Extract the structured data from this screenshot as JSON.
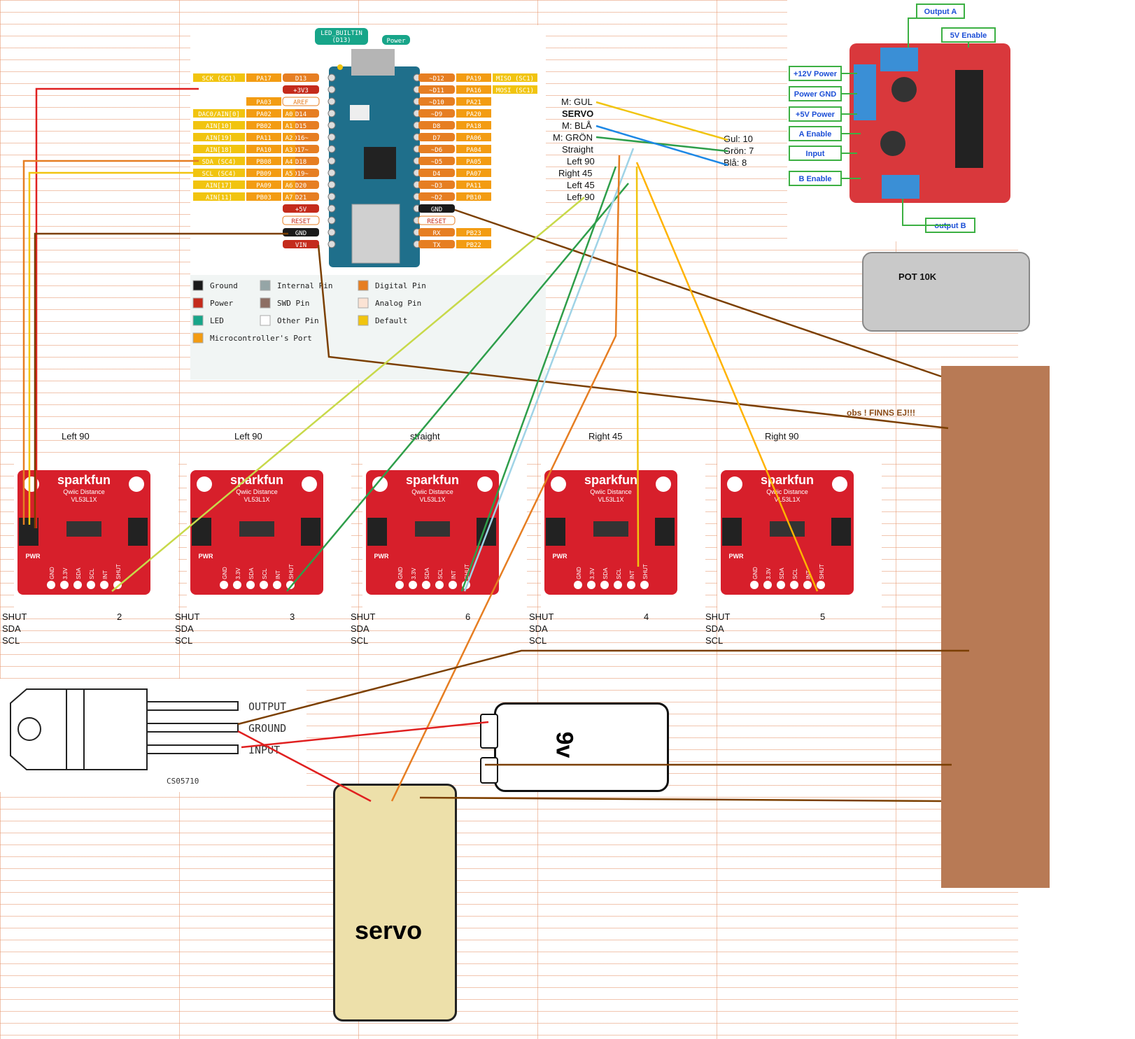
{
  "arduino": {
    "badges": {
      "led_builtin": "LED_BUILTIN",
      "led_builtin_sub": "(D13)",
      "power": "Power"
    },
    "left_pins": [
      {
        "func": "SCK (SC1)",
        "port": "PA17",
        "name": "D13",
        "kind": "digital"
      },
      {
        "func": "",
        "port": "",
        "name": "+3V3",
        "kind": "power"
      },
      {
        "func": "",
        "port": "PA03",
        "name": "AREF",
        "kind": "analog_outline"
      },
      {
        "func": "DAC0/AIN[0]",
        "port": "PA02",
        "alt": "A0",
        "name": "D14",
        "kind": "analog"
      },
      {
        "func": "AIN[10]",
        "port": "PB02",
        "alt": "A1",
        "name": "D15",
        "kind": "analog"
      },
      {
        "func": "AIN[19]",
        "port": "PA11",
        "alt": "A2",
        "name": "D16~",
        "kind": "analog"
      },
      {
        "func": "AIN[18]",
        "port": "PA10",
        "alt": "A3",
        "name": "D17~",
        "kind": "analog"
      },
      {
        "func": "SDA (SC4)",
        "port": "PB08",
        "alt": "A4",
        "name": "D18",
        "kind": "analog"
      },
      {
        "func": "SCL (SC4)",
        "port": "PB09",
        "alt": "A5",
        "name": "D19~",
        "kind": "analog"
      },
      {
        "func": "AIN[17]",
        "port": "PA09",
        "alt": "A6",
        "name": "D20",
        "kind": "analog"
      },
      {
        "func": "AIN[11]",
        "port": "PB03",
        "alt": "A7",
        "name": "D21",
        "kind": "analog"
      },
      {
        "func": "",
        "port": "",
        "name": "+5V",
        "kind": "power"
      },
      {
        "func": "",
        "port": "",
        "name": "RESET",
        "kind": "outline"
      },
      {
        "func": "",
        "port": "",
        "name": "GND",
        "kind": "ground"
      },
      {
        "func": "",
        "port": "",
        "name": "VIN",
        "kind": "power"
      }
    ],
    "right_pins": [
      {
        "name": "~D12",
        "port": "PA19",
        "func": "MISO (SC1)",
        "kind": "digital"
      },
      {
        "name": "~D11",
        "port": "PA16",
        "func": "MOSI (SC1)",
        "kind": "digital"
      },
      {
        "name": "~D10",
        "port": "PA21",
        "func": "",
        "kind": "digital"
      },
      {
        "name": "~D9",
        "port": "PA20",
        "func": "",
        "kind": "digital"
      },
      {
        "name": "D8",
        "port": "PA18",
        "func": "",
        "kind": "digital"
      },
      {
        "name": "D7",
        "port": "PA06",
        "func": "",
        "kind": "digital"
      },
      {
        "name": "~D6",
        "port": "PA04",
        "func": "",
        "kind": "digital"
      },
      {
        "name": "~D5",
        "port": "PA05",
        "func": "",
        "kind": "digital"
      },
      {
        "name": "D4",
        "port": "PA07",
        "func": "",
        "kind": "digital"
      },
      {
        "name": "~D3",
        "port": "PA11",
        "func": "",
        "kind": "digital"
      },
      {
        "name": "~D2",
        "port": "PB10",
        "func": "",
        "kind": "digital"
      },
      {
        "name": "GND",
        "port": "",
        "func": "",
        "kind": "ground"
      },
      {
        "name": "RESET",
        "port": "",
        "func": "",
        "kind": "outline"
      },
      {
        "name": "RX",
        "port": "PB23",
        "func": "",
        "kind": "digital"
      },
      {
        "name": "TX",
        "port": "PB22",
        "func": "",
        "kind": "digital"
      }
    ],
    "legend": [
      {
        "label": "Ground",
        "color": "#1a1a1a"
      },
      {
        "label": "Power",
        "color": "#c42b1c"
      },
      {
        "label": "LED",
        "color": "#17a589"
      },
      {
        "label": "Microcontroller's Port",
        "color": "#f39c12"
      },
      {
        "label": "Internal Pin",
        "color": "#95a5a6"
      },
      {
        "label": "SWD Pin",
        "color": "#8d6e63"
      },
      {
        "label": "Other Pin",
        "color": "#ffffff"
      },
      {
        "label": "Digital Pin",
        "color": "#e67e22"
      },
      {
        "label": "Analog Pin",
        "color": "#fbe3d4"
      },
      {
        "label": "Default",
        "color": "#f1c40f"
      }
    ]
  },
  "pin_labels": [
    "M: GUL",
    "SERVO",
    "M: BLÅ",
    "M: GRÖN",
    "Straight",
    "Left 90",
    "Right 45",
    "Left 45",
    "Left 90"
  ],
  "motor_labels": [
    "Gul: 10",
    "Grön: 7",
    "Blå: 8"
  ],
  "l298n_labels": {
    "output_a": "Output A",
    "enable_5v": "5V Enable",
    "power_12v": "+12V Power",
    "power_gnd": "Power GND",
    "power_5v": "+5V Power",
    "a_enable": "A Enable",
    "input": "Input",
    "b_enable": "B Enable",
    "output_b": "output B"
  },
  "pot_label": "POT 10K",
  "breadboard_note": "obs ! FINNS EJ!!!",
  "sensors": [
    {
      "position": "Left 90",
      "pin": "2"
    },
    {
      "position": "Left 90",
      "pin": "3"
    },
    {
      "position": "straight",
      "pin": "6"
    },
    {
      "position": "Right 45",
      "pin": "4"
    },
    {
      "position": "Right 90",
      "pin": "5"
    }
  ],
  "sensor_board": {
    "brand": "sparkfun",
    "line1": "Qwiic Distance",
    "line2": "VL53L1X",
    "pwr": "PWR",
    "pins": [
      "GND",
      "3.3V",
      "SDA",
      "SCL",
      "INT",
      "SHUT"
    ]
  },
  "sensor_rows": [
    "SHUT",
    "SDA",
    "SCL"
  ],
  "regulator": {
    "pins": [
      "OUTPUT",
      "GROUND",
      "INPUT"
    ],
    "code": "CS05710"
  },
  "battery_label": "9v",
  "servo_label": "servo"
}
